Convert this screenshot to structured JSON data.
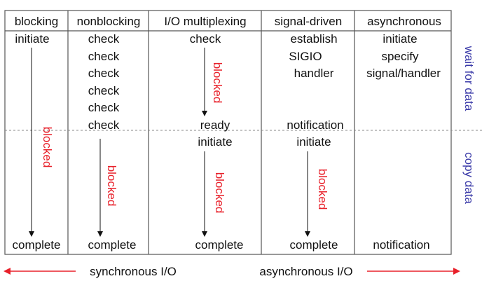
{
  "headers": [
    "blocking",
    "nonblocking",
    "I/O multiplexing",
    "signal-driven",
    "asynchronous"
  ],
  "columns": {
    "blocking": {
      "initiate": "initiate",
      "blocked": "blocked",
      "complete": "complete"
    },
    "nonblocking": {
      "checks": [
        "check",
        "check",
        "check",
        "check",
        "check",
        "check"
      ],
      "blocked": "blocked",
      "complete": "complete"
    },
    "io_multiplexing": {
      "check": "check",
      "blocked_wait": "blocked",
      "ready": "ready",
      "initiate": "initiate",
      "blocked_copy": "blocked",
      "complete": "complete"
    },
    "signal_driven": {
      "establish": "establish",
      "sigio": "SIGIO",
      "handler": "handler",
      "notification": "notification",
      "initiate": "initiate",
      "blocked": "blocked",
      "complete": "complete"
    },
    "asynchronous": {
      "initiate": "initiate",
      "specify": "specify",
      "signal_handler": "signal/handler",
      "notification": "notification"
    }
  },
  "side_labels": {
    "wait": "wait for data",
    "copy": "copy data"
  },
  "footer": {
    "sync": "synchronous I/O",
    "async": "asynchronous I/O"
  },
  "colors": {
    "blocked": "#e8202a",
    "side_labels": "#3a3aa8",
    "footer_arrows": "#e8202a"
  }
}
